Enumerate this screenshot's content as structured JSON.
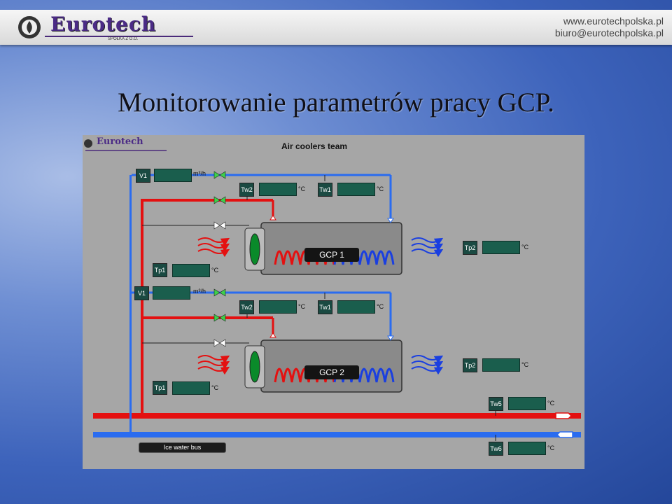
{
  "header": {
    "company_name": "Eurotech",
    "company_sub": "SPÓŁKA Z O.O.",
    "website": "www.eurotechpolska.pl",
    "email": "biuro@eurotechpolska.pl"
  },
  "slide": {
    "title": "Monitorowanie parametrów pracy GCP."
  },
  "scada": {
    "logo_text": "Eurotech",
    "team_title": "Air coolers team",
    "flow_unit": "m³/h",
    "temp_unit": "°C",
    "units": [
      {
        "name": "GCP 1",
        "v_tag": "V1",
        "tw2_tag": "Tw2",
        "tw1_tag": "Tw1",
        "tp1_tag": "Tp1",
        "tp2_tag": "Tp2"
      },
      {
        "name": "GCP 2",
        "v_tag": "V1",
        "tw2_tag": "Tw2",
        "tw1_tag": "Tw1",
        "tp1_tag": "Tp1",
        "tp2_tag": "Tp2"
      }
    ],
    "bus_tags": {
      "supply": "Tw5",
      "return": "Tw6"
    },
    "bus_label": "Ice water bus"
  },
  "colors": {
    "hot_pipe": "#e41010",
    "cold_pipe": "#2a6cf0",
    "panel_bg": "#a6a6a6",
    "display_bg": "#1a5e4d"
  }
}
